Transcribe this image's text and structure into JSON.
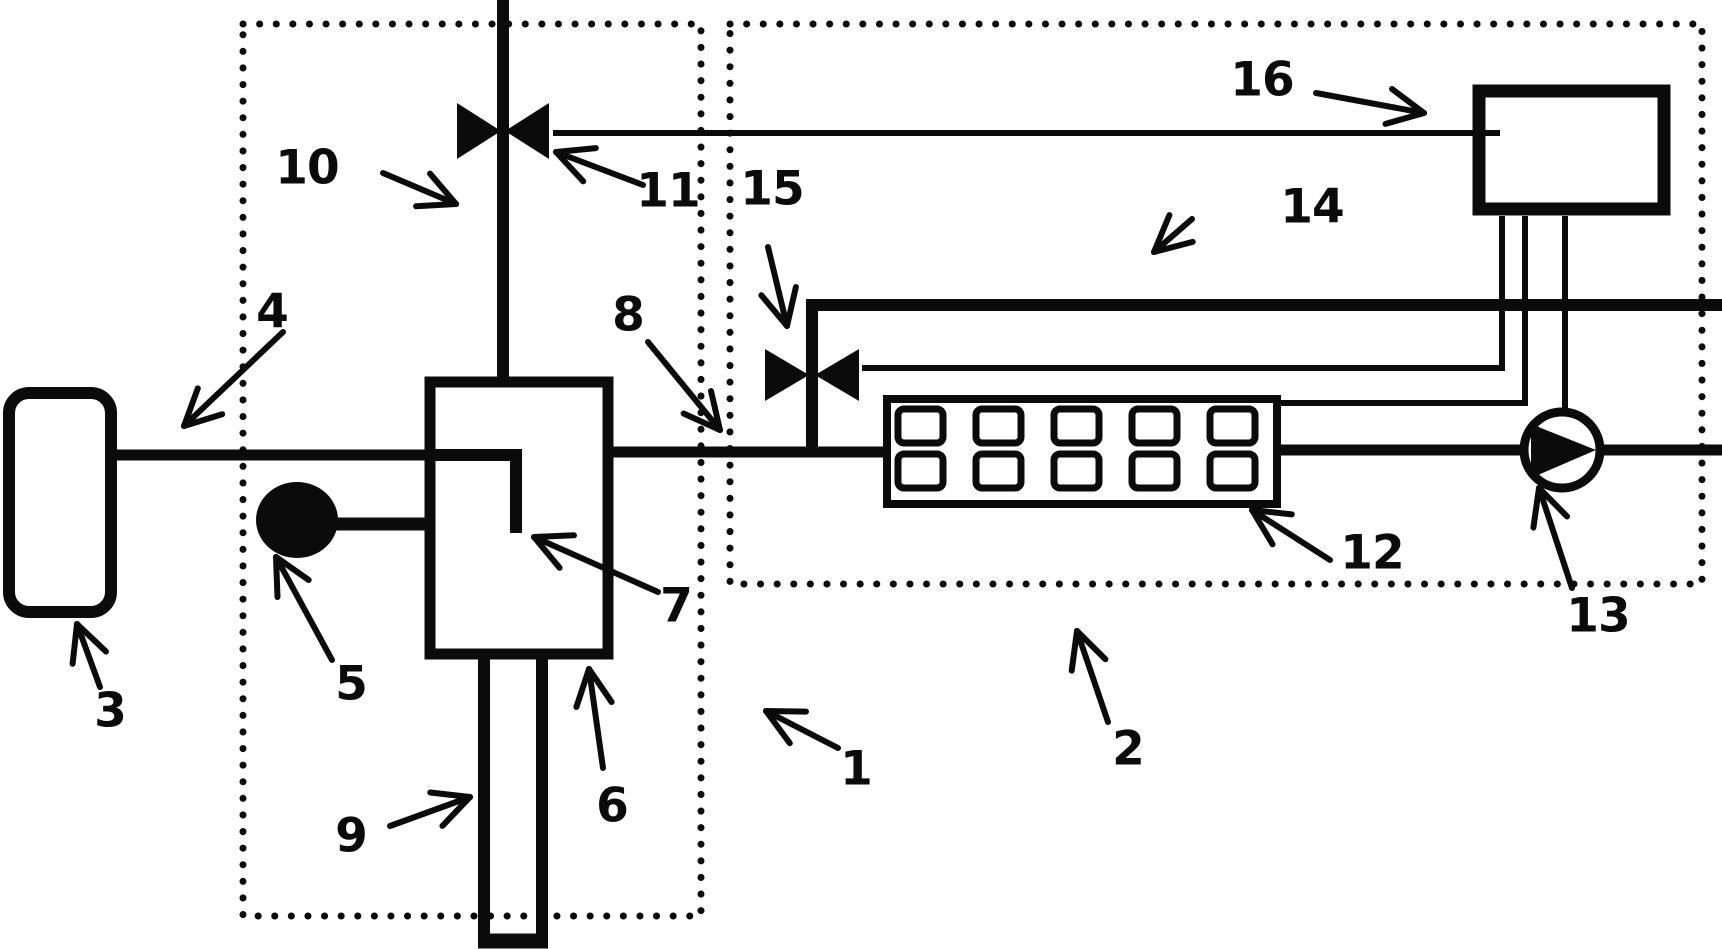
{
  "figure": {
    "background_color": "#ffffff",
    "ink_color": "#0b0b0b",
    "labels": [
      {
        "text": "1"
      },
      {
        "text": "2"
      },
      {
        "text": "3"
      },
      {
        "text": "4"
      },
      {
        "text": "5"
      },
      {
        "text": "6"
      },
      {
        "text": "7"
      },
      {
        "text": "8"
      },
      {
        "text": "9"
      },
      {
        "text": "10"
      },
      {
        "text": "11"
      },
      {
        "text": "12"
      },
      {
        "text": "13"
      },
      {
        "text": "14"
      },
      {
        "text": "15"
      },
      {
        "text": "16"
      }
    ]
  }
}
